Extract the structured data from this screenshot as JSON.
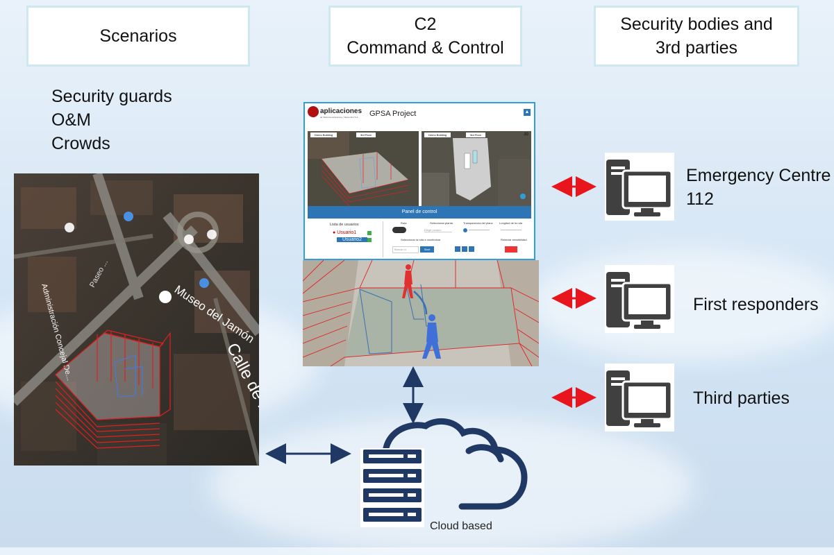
{
  "headers": {
    "scenarios": "Scenarios",
    "c2_line1": "C2",
    "c2_line2": "Command & Control",
    "security_line1": "Security bodies and",
    "security_line2": "3rd parties"
  },
  "scenarios_list": [
    "Security guards",
    "O&M",
    "Crowds"
  ],
  "map": {
    "street_museo": "Museo del Jamón",
    "street_calle": "Calle de F",
    "street_admin": "Administración Concejal De...",
    "street_paseo": "Paseo ..."
  },
  "c2_app": {
    "brand": "aplicaciones",
    "brand_sub": "de Telecomunicaciones y Telecontrol S.A.",
    "title": "GPSA Project",
    "view1_building": "Demo Building",
    "view1_floor": "3rd Floor",
    "view2_building": "Demo Building",
    "view2_floor": "3rd Floor",
    "view2_mode": "2D",
    "panel_title": "Panel de control",
    "users_title": "Lista de usuarios",
    "users": [
      "Usuario1",
      "Usuario2"
    ],
    "ctrl_ruta": "Ruta",
    "ctrl_select_plant": "Seleccionar planta",
    "ctrl_transparency": "Transparencia del plano",
    "ctrl_length": "Longitud de la ruta",
    "ctrl_select_user": "Elegir usuario",
    "ctrl_monitor": "Seleccionar la ruta a monitorizar",
    "ctrl_reiniciar": "Reiniciar sensibilidad",
    "ctrl_input": "Buscar id",
    "ctrl_btn": "Start"
  },
  "cloud": {
    "label": "Cloud based"
  },
  "third_parties": [
    {
      "line1": "Emergency Centre",
      "line2": "112"
    },
    {
      "line1": "First responders",
      "line2": ""
    },
    {
      "line1": "Third parties",
      "line2": ""
    }
  ],
  "colors": {
    "header_border": "#cfe7ee",
    "navy": "#1f3864",
    "red_arrow": "#e8161c",
    "panel_blue": "#2e75b6",
    "computer": "#404040",
    "wire_red": "#e02020"
  }
}
